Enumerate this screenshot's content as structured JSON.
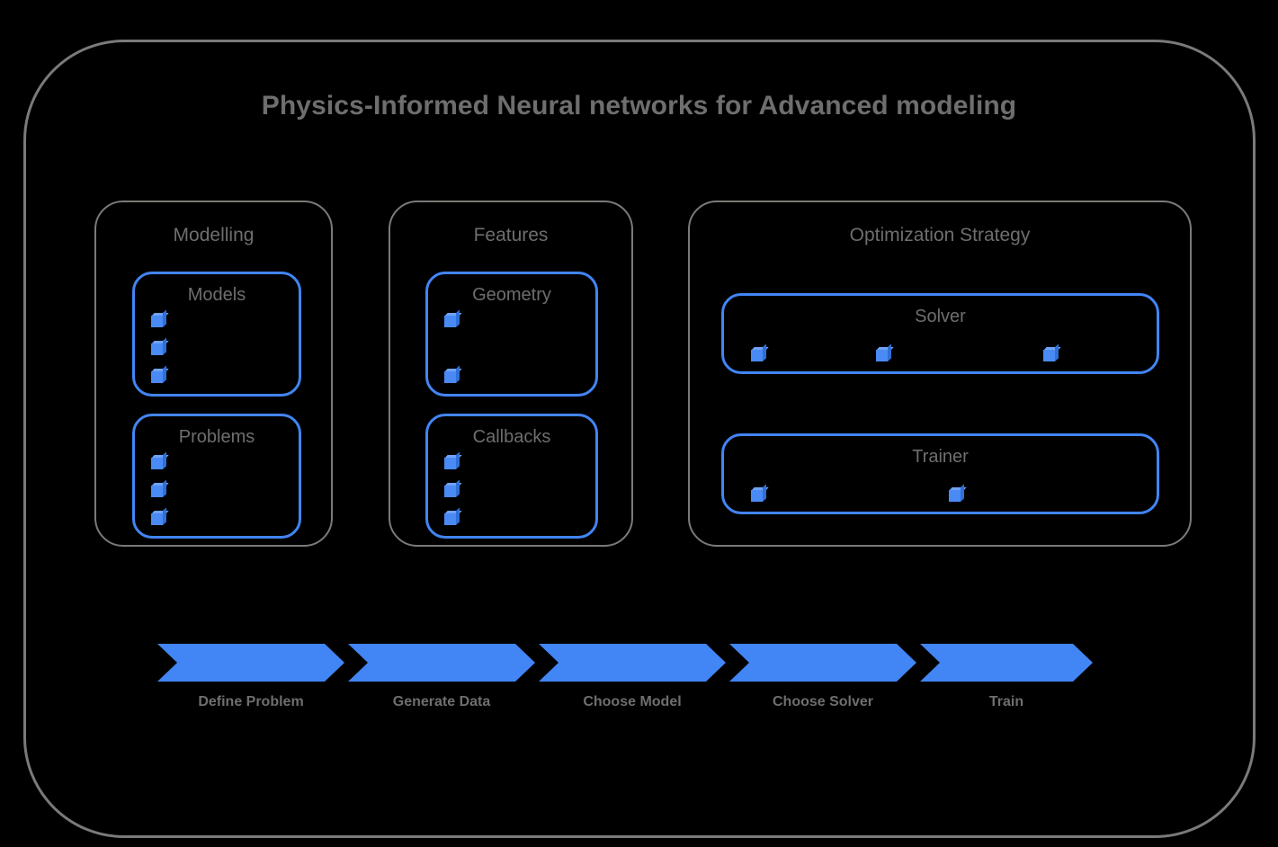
{
  "diagram": {
    "title": "Physics-Informed Neural networks for Advanced modeling",
    "accent_color": "#4285F4",
    "frame_color": "#7a7a78",
    "text_color": "#6e6e6e",
    "background_color": "#000000"
  },
  "groups": [
    {
      "id": "modelling",
      "title": "Modelling",
      "cards": [
        {
          "id": "models",
          "title": "Models",
          "bullet_icon": "cube-icon",
          "bullet_count": 3,
          "bullet_layout": "vertical"
        },
        {
          "id": "problems",
          "title": "Problems",
          "bullet_icon": "cube-icon",
          "bullet_count": 3,
          "bullet_layout": "vertical"
        }
      ]
    },
    {
      "id": "features",
      "title": "Features",
      "cards": [
        {
          "id": "geometry",
          "title": "Geometry",
          "bullet_icon": "cube-icon",
          "bullet_count": 2,
          "bullet_layout": "vertical-spread"
        },
        {
          "id": "callbacks",
          "title": "Callbacks",
          "bullet_icon": "cube-icon",
          "bullet_count": 3,
          "bullet_layout": "vertical"
        }
      ]
    },
    {
      "id": "optimization-strategy",
      "title": "Optimization Strategy",
      "cards": [
        {
          "id": "solver",
          "title": "Solver",
          "bullet_icon": "cube-icon",
          "bullet_count": 3,
          "bullet_layout": "horizontal"
        },
        {
          "id": "trainer",
          "title": "Trainer",
          "bullet_icon": "cube-icon",
          "bullet_count": 2,
          "bullet_layout": "horizontal"
        }
      ]
    }
  ],
  "pipeline": {
    "steps": [
      {
        "label": "Define Problem"
      },
      {
        "label": "Generate Data"
      },
      {
        "label": "Choose Model"
      },
      {
        "label": "Choose Solver"
      },
      {
        "label": "Train"
      }
    ]
  }
}
